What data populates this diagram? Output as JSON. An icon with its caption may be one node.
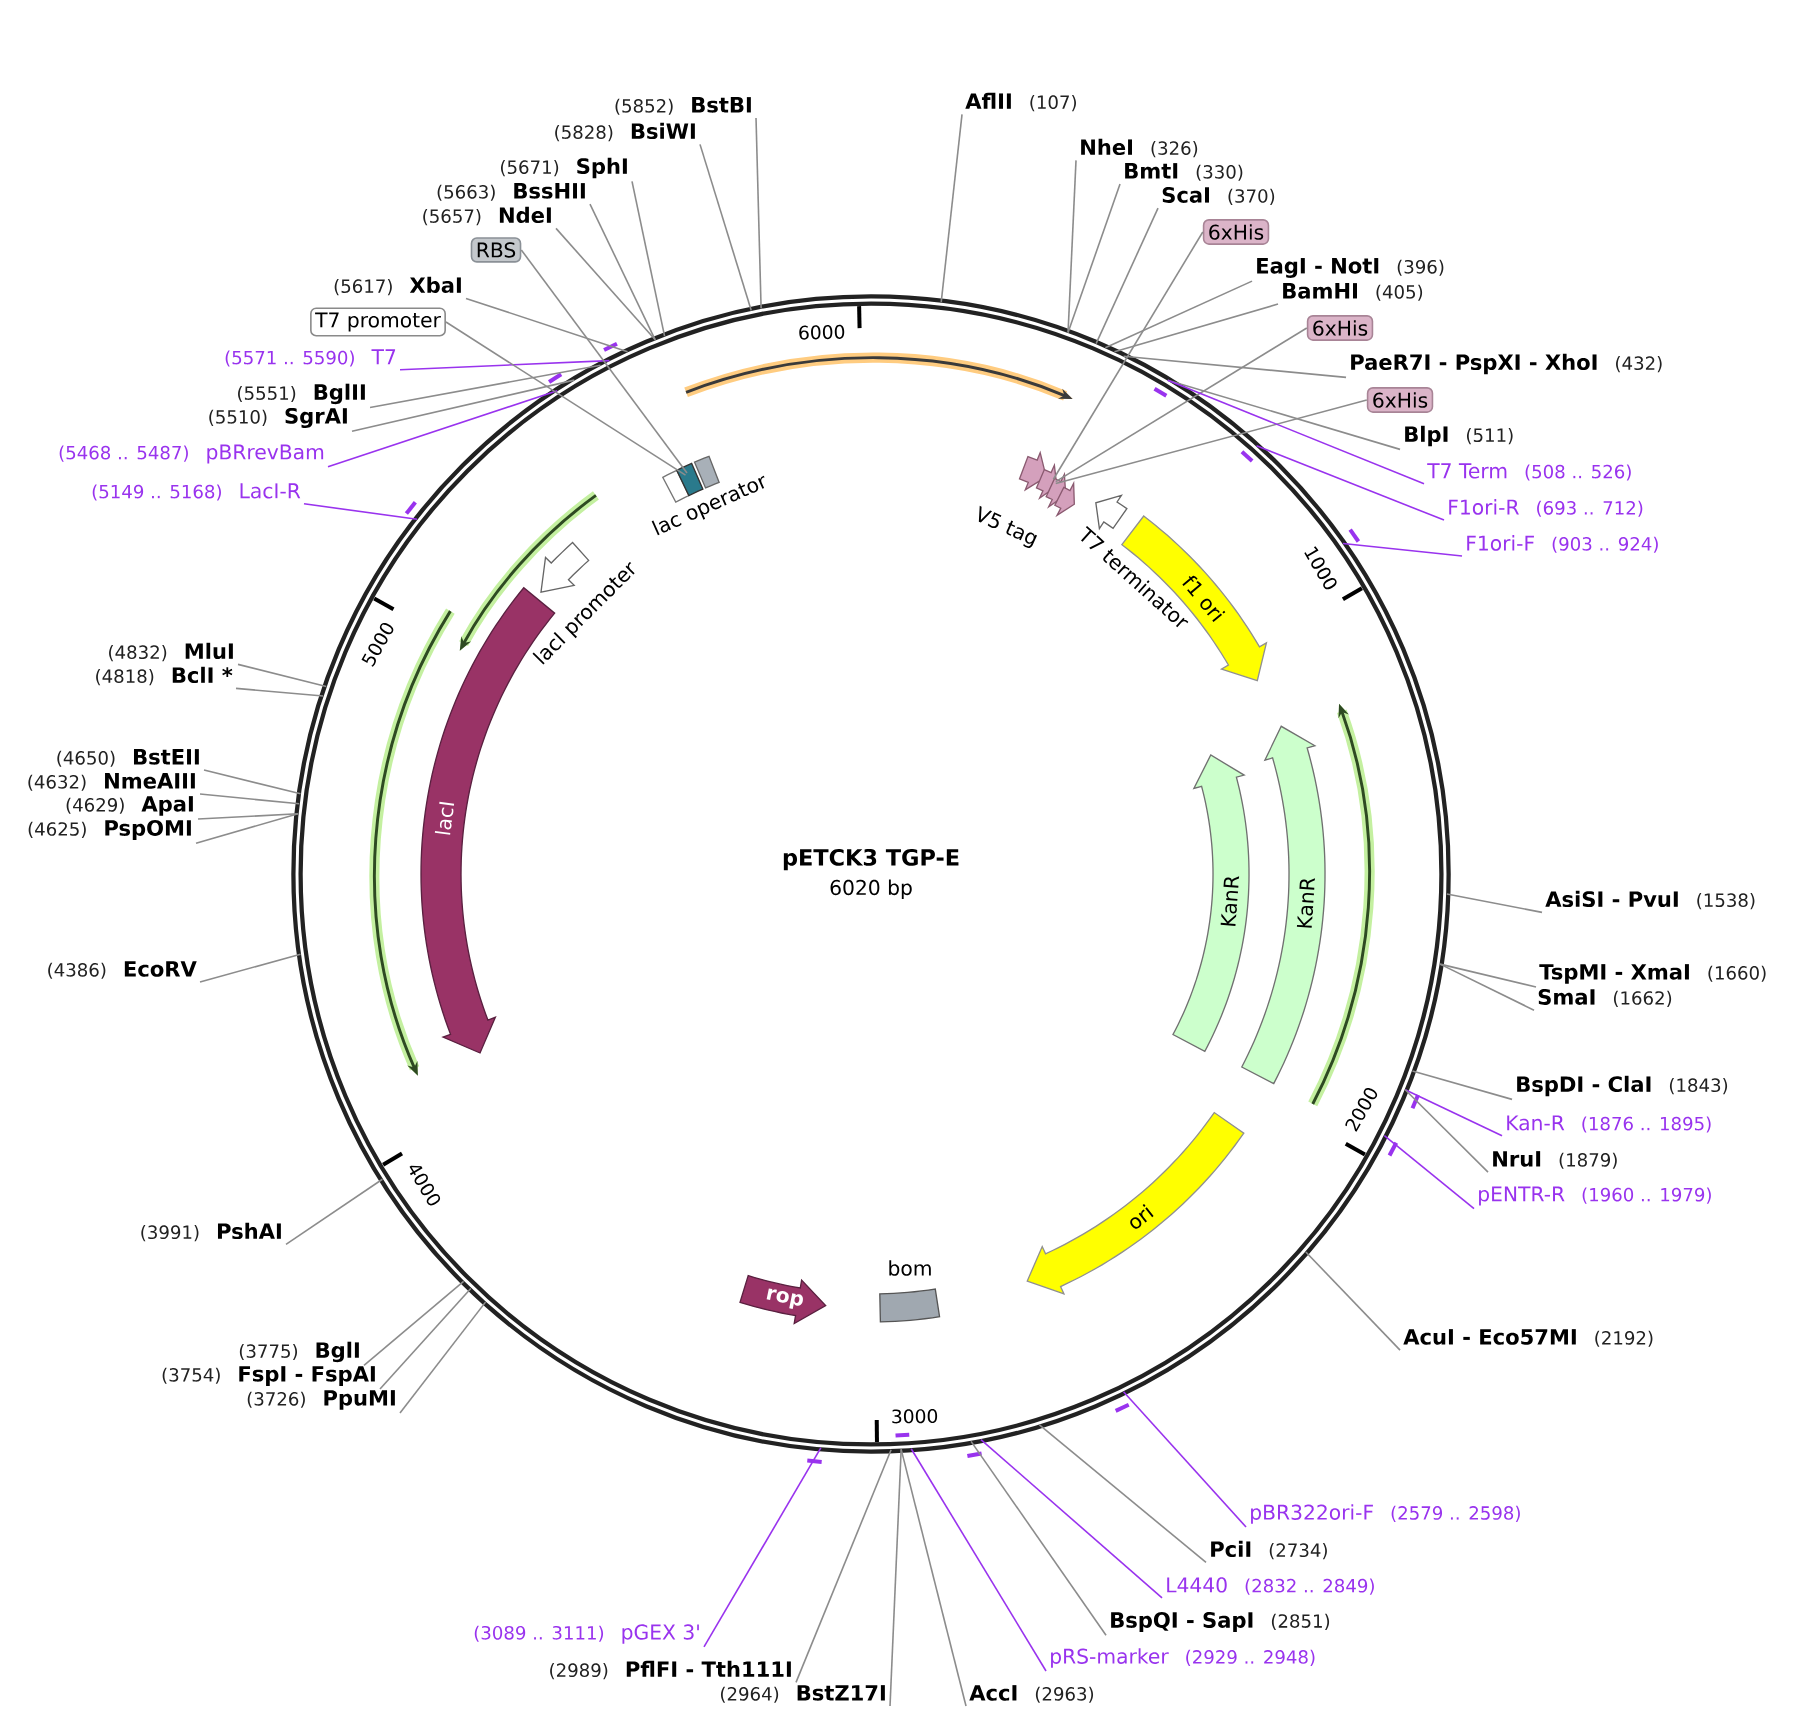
{
  "diagram": {
    "nodes": [
      {
        "text": [
          "pETCK3 TGP-E",
          "6020 bp"
        ]
      },
      {
        "text": [
          "lacI"
        ],
        "in": 0
      },
      {
        "text": [
          "KanR"
        ],
        "in": 0
      },
      {
        "text": [
          "KanR"
        ],
        "in": 0
      },
      {
        "text": [
          "f1 ori"
        ],
        "in": 0
      },
      {
        "text": [
          "ori"
        ],
        "in": 0
      },
      {
        "text": [
          "rop"
        ],
        "in": 0
      },
      {
        "text": [],
        "shape": "box",
        "in": 0,
        "beside": [
          "bom"
        ]
      },
      {
        "text": [],
        "shape": "box",
        "in": 0,
        "beside": [
          "lac operator"
        ]
      },
      {
        "text": [],
        "shape": "arrow",
        "in": 0,
        "beside": [
          "lacI promoter"
        ]
      },
      {
        "text": [],
        "shape": "arrow",
        "in": 0,
        "beside": [
          "V5 tag"
        ]
      },
      {
        "text": [],
        "shape": "arrow",
        "in": 0,
        "beside": [
          "T7 terminator"
        ]
      },
      {
        "text": [
          "AflII",
          "(107)"
        ]
      },
      {
        "text": [
          "NheI",
          "(326)"
        ]
      },
      {
        "text": [
          "BmtI",
          "(330)"
        ]
      },
      {
        "text": [
          "ScaI",
          "(370)"
        ]
      },
      {
        "text": [
          "6xHis"
        ]
      },
      {
        "text": [
          "EagI - NotI",
          "(396)"
        ]
      },
      {
        "text": [
          "BamHI",
          "(405)"
        ]
      },
      {
        "text": [
          "6xHis"
        ]
      },
      {
        "text": [
          "PaeR7I - PspXI - XhoI",
          "(432)"
        ]
      },
      {
        "text": [
          "6xHis"
        ]
      },
      {
        "text": [
          "BlpI",
          "(511)"
        ]
      },
      {
        "text": [
          "T7 Term",
          "(508 .. 526)"
        ]
      },
      {
        "text": [
          "F1ori-R",
          "(693 .. 712)"
        ]
      },
      {
        "text": [
          "F1ori-F",
          "(903 .. 924)"
        ]
      },
      {
        "text": [
          "AsiSI - PvuI",
          "(1538)"
        ]
      },
      {
        "text": [
          "TspMI - XmaI",
          "(1660)"
        ]
      },
      {
        "text": [
          "SmaI",
          "(1662)"
        ]
      },
      {
        "text": [
          "BspDI - ClaI",
          "(1843)"
        ]
      },
      {
        "text": [
          "Kan-R",
          "(1876 .. 1895)"
        ]
      },
      {
        "text": [
          "NruI",
          "(1879)"
        ]
      },
      {
        "text": [
          "pENTR-R",
          "(1960 .. 1979)"
        ]
      },
      {
        "text": [
          "AcuI - Eco57MI",
          "(2192)"
        ]
      },
      {
        "text": [
          "pBR322ori-F",
          "(2579 .. 2598)"
        ]
      },
      {
        "text": [
          "PciI",
          "(2734)"
        ]
      },
      {
        "text": [
          "L4440",
          "(2832 .. 2849)"
        ]
      },
      {
        "text": [
          "BspQI - SapI",
          "(2851)"
        ]
      },
      {
        "text": [
          "pRS-marker",
          "(2929 .. 2948)"
        ]
      },
      {
        "text": [
          "AccI",
          "(2963)"
        ]
      },
      {
        "text": [
          "(2964)",
          "BstZ17I"
        ]
      },
      {
        "text": [
          "(2989)",
          "PflFI - Tth111I"
        ]
      },
      {
        "text": [
          "(3089 .. 3111)",
          "pGEX 3'"
        ]
      },
      {
        "text": [
          "(3726)",
          "PpuMI"
        ]
      },
      {
        "text": [
          "(3754)",
          "FspI - FspAI"
        ]
      },
      {
        "text": [
          "(3775)",
          "BglI"
        ]
      },
      {
        "text": [
          "(3991)",
          "PshAI"
        ]
      },
      {
        "text": [
          "(4386)",
          "EcoRV"
        ]
      },
      {
        "text": [
          "(4625)",
          "PspOMI"
        ]
      },
      {
        "text": [
          "(4629)",
          "ApaI"
        ]
      },
      {
        "text": [
          "(4632)",
          "NmeAIII"
        ]
      },
      {
        "text": [
          "(4650)",
          "BstEII"
        ]
      },
      {
        "text": [
          "(4818)",
          "BclI *"
        ]
      },
      {
        "text": [
          "(4832)",
          "MluI"
        ]
      },
      {
        "text": [
          "(5149 .. 5168)",
          "LacI-R"
        ]
      },
      {
        "text": [
          "(5468 .. 5487)",
          "pBRrevBam"
        ]
      },
      {
        "text": [
          "(5510)",
          "SgrAI"
        ]
      },
      {
        "text": [
          "(5551)",
          "BglII"
        ]
      },
      {
        "text": [
          "(5571 .. 5590)",
          "T7"
        ]
      },
      {
        "text": [
          "T7 promoter"
        ]
      },
      {
        "text": [
          "(5617)",
          "XbaI"
        ]
      },
      {
        "text": [
          "RBS"
        ]
      },
      {
        "text": [
          "(5657)",
          "NdeI"
        ]
      },
      {
        "text": [
          "(5663)",
          "BssHII"
        ]
      },
      {
        "text": [
          "(5671)",
          "SphI"
        ]
      },
      {
        "text": [
          "(5828)",
          "BsiWI"
        ]
      },
      {
        "text": [
          "(5852)",
          "BstBI"
        ]
      }
    ],
    "edges": [
      {
        "from": 12,
        "to": 0,
        "arrow": "none"
      },
      {
        "from": 13,
        "to": 0,
        "arrow": "none"
      },
      {
        "from": 14,
        "to": 0,
        "arrow": "none"
      },
      {
        "from": 15,
        "to": 0,
        "arrow": "none"
      },
      {
        "from": 16,
        "to": 10,
        "arrow": "none"
      },
      {
        "from": 17,
        "to": 0,
        "arrow": "none"
      },
      {
        "from": 18,
        "to": 0,
        "arrow": "none"
      },
      {
        "from": 19,
        "to": 10,
        "arrow": "none"
      },
      {
        "from": 20,
        "to": 0,
        "arrow": "none"
      },
      {
        "from": 21,
        "to": 10,
        "arrow": "none"
      },
      {
        "from": 22,
        "to": 0,
        "arrow": "none"
      },
      {
        "from": 23,
        "to": 0,
        "arrow": "none",
        "color": "#9933ee"
      },
      {
        "from": 24,
        "to": 0,
        "arrow": "none",
        "color": "#9933ee"
      },
      {
        "from": 25,
        "to": 0,
        "arrow": "none",
        "color": "#9933ee"
      },
      {
        "from": 26,
        "to": 0,
        "arrow": "none"
      },
      {
        "from": 27,
        "to": 0,
        "arrow": "none"
      },
      {
        "from": 28,
        "to": 0,
        "arrow": "none"
      },
      {
        "from": 29,
        "to": 0,
        "arrow": "none"
      },
      {
        "from": 30,
        "to": 0,
        "arrow": "none",
        "color": "#9933ee"
      },
      {
        "from": 31,
        "to": 0,
        "arrow": "none"
      },
      {
        "from": 32,
        "to": 0,
        "arrow": "none",
        "color": "#9933ee"
      },
      {
        "from": 33,
        "to": 0,
        "arrow": "none"
      },
      {
        "from": 34,
        "to": 0,
        "arrow": "none",
        "color": "#9933ee"
      },
      {
        "from": 35,
        "to": 0,
        "arrow": "none"
      },
      {
        "from": 36,
        "to": 0,
        "arrow": "none",
        "color": "#9933ee"
      },
      {
        "from": 37,
        "to": 0,
        "arrow": "none"
      },
      {
        "from": 38,
        "to": 0,
        "arrow": "none",
        "color": "#9933ee"
      },
      {
        "from": 39,
        "to": 0,
        "arrow": "none"
      },
      {
        "from": 40,
        "to": 0,
        "arrow": "none"
      },
      {
        "from": 41,
        "to": 0,
        "arrow": "none"
      },
      {
        "from": 42,
        "to": 0,
        "arrow": "none",
        "color": "#9933ee"
      },
      {
        "from": 43,
        "to": 0,
        "arrow": "none"
      },
      {
        "from": 44,
        "to": 0,
        "arrow": "none"
      },
      {
        "from": 45,
        "to": 0,
        "arrow": "none"
      },
      {
        "from": 46,
        "to": 0,
        "arrow": "none"
      },
      {
        "from": 47,
        "to": 0,
        "arrow": "none"
      },
      {
        "from": 48,
        "to": 0,
        "arrow": "none"
      },
      {
        "from": 49,
        "to": 0,
        "arrow": "none"
      },
      {
        "from": 50,
        "to": 0,
        "arrow": "none"
      },
      {
        "from": 51,
        "to": 0,
        "arrow": "none"
      },
      {
        "from": 52,
        "to": 0,
        "arrow": "none"
      },
      {
        "from": 53,
        "to": 0,
        "arrow": "none"
      },
      {
        "from": 54,
        "to": 0,
        "arrow": "none",
        "color": "#9933ee"
      },
      {
        "from": 55,
        "to": 0,
        "arrow": "none",
        "color": "#9933ee"
      },
      {
        "from": 56,
        "to": 0,
        "arrow": "none"
      },
      {
        "from": 57,
        "to": 0,
        "arrow": "none"
      },
      {
        "from": 58,
        "to": 0,
        "arrow": "none",
        "color": "#9933ee"
      },
      {
        "from": 59,
        "to": 8,
        "arrow": "none"
      },
      {
        "from": 60,
        "to": 0,
        "arrow": "none"
      },
      {
        "from": 61,
        "to": 8,
        "arrow": "none"
      },
      {
        "from": 62,
        "to": 0,
        "arrow": "none"
      },
      {
        "from": 63,
        "to": 0,
        "arrow": "none"
      },
      {
        "from": 64,
        "to": 0,
        "arrow": "none"
      },
      {
        "from": 65,
        "to": 0,
        "arrow": "none"
      },
      {
        "from": 66,
        "to": 0,
        "arrow": "none"
      }
    ],
    "labels": [
      "6000",
      "1000",
      "2000",
      "3000",
      "4000",
      "5000"
    ]
  }
}
